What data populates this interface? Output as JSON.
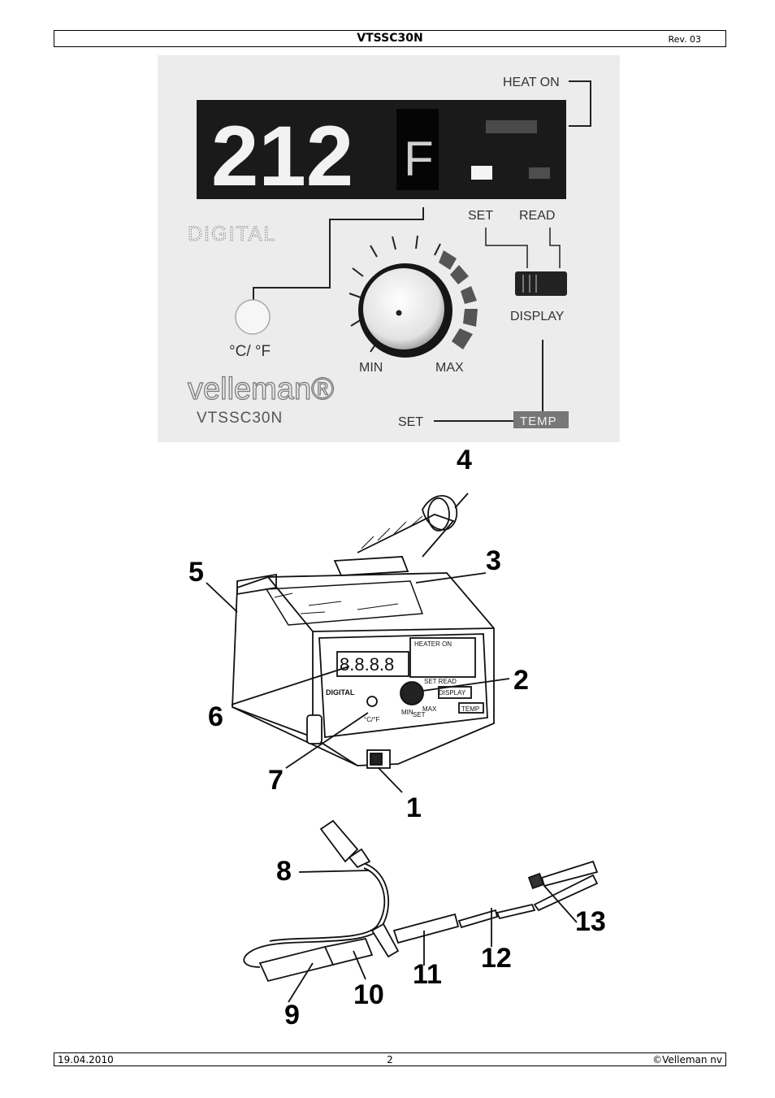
{
  "header": {
    "title": "VTSSC30N",
    "revision": "Rev. 03"
  },
  "footer": {
    "date": "19.04.2010",
    "page": "2",
    "copyright": "©Velleman nv"
  },
  "panel": {
    "display_digits": "212",
    "display_unit": "F",
    "heat_on_label": "HEAT ON",
    "set_label": "SET",
    "read_label": "READ",
    "digital_label": "DIGITAL",
    "unit_toggle_label": "°C/ °F",
    "min_label": "MIN",
    "max_label": "MAX",
    "display_label": "DISPLAY",
    "brand": "velleman®",
    "model": "VTSSC30N",
    "set_temp_label": "SET",
    "temp_label": "TEMP"
  },
  "station_diagram": {
    "callouts": [
      "1",
      "2",
      "3",
      "4",
      "5",
      "6",
      "7"
    ],
    "heater_on_label": "HEATER ON",
    "set_read_label": "SET READ",
    "display_label": "DISPLAY",
    "digital_label": "DIGITAL",
    "unit_label": "°C/°F",
    "min_label": "MIN",
    "max_label": "MAX",
    "set_label": "SET",
    "temp_label": "TEMP"
  },
  "iron_diagram": {
    "callouts": [
      "8",
      "9",
      "10",
      "11",
      "12",
      "13"
    ]
  }
}
